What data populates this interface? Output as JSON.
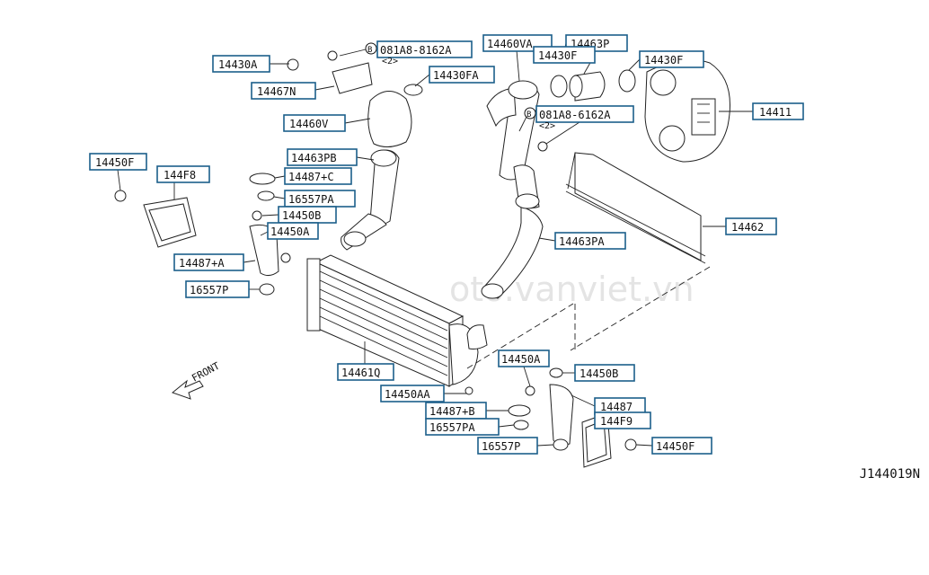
{
  "diagram": {
    "drawing_code": "J144019N",
    "direction_label": "FRONT",
    "watermark": "oto.vanviet.vn",
    "labels": [
      {
        "id": "14430A",
        "text": "14430A"
      },
      {
        "id": "081A8-8162A",
        "text": "081A8-8162A",
        "circled": "B",
        "qty": "<2>"
      },
      {
        "id": "14467N",
        "text": "14467N"
      },
      {
        "id": "14430FA",
        "text": "14430FA"
      },
      {
        "id": "14460V",
        "text": "14460V"
      },
      {
        "id": "14460VA",
        "text": "14460VA"
      },
      {
        "id": "14463P",
        "text": "14463P"
      },
      {
        "id": "14430F_top",
        "text": "14430F"
      },
      {
        "id": "14430F_right",
        "text": "14430F"
      },
      {
        "id": "081A8-6162A",
        "text": "081A8-6162A",
        "circled": "B",
        "qty": "<2>"
      },
      {
        "id": "14411",
        "text": "14411"
      },
      {
        "id": "14450F_left",
        "text": "14450F"
      },
      {
        "id": "144F8",
        "text": "144F8"
      },
      {
        "id": "14463PB",
        "text": "14463PB"
      },
      {
        "id": "14487+C",
        "text": "14487+C"
      },
      {
        "id": "16557PA_top",
        "text": "16557PA"
      },
      {
        "id": "14450B_top",
        "text": "14450B"
      },
      {
        "id": "14450A_top",
        "text": "14450A"
      },
      {
        "id": "14487+A",
        "text": "14487+A"
      },
      {
        "id": "16557P_left",
        "text": "16557P"
      },
      {
        "id": "14462",
        "text": "14462"
      },
      {
        "id": "14463PA",
        "text": "14463PA"
      },
      {
        "id": "14461Q",
        "text": "14461Q"
      },
      {
        "id": "14450A_bottom",
        "text": "14450A"
      },
      {
        "id": "14450B_bottom",
        "text": "14450B"
      },
      {
        "id": "14450AA",
        "text": "14450AA"
      },
      {
        "id": "14487",
        "text": "14487"
      },
      {
        "id": "14487+B",
        "text": "14487+B"
      },
      {
        "id": "144F9",
        "text": "144F9"
      },
      {
        "id": "16557PA_bottom",
        "text": "16557PA"
      },
      {
        "id": "16557P_bottom",
        "text": "16557P"
      },
      {
        "id": "14450F_right",
        "text": "14450F"
      }
    ]
  }
}
